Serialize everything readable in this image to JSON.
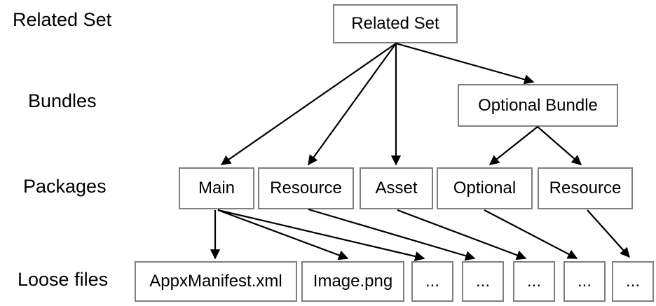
{
  "diagram": {
    "row_labels": [
      "Related Set",
      "Bundles",
      "Packages",
      "Loose files"
    ],
    "nodes": {
      "related_set": "Related Set",
      "optional_bundle": "Optional Bundle",
      "packages": [
        "Main",
        "Resource",
        "Asset",
        "Optional",
        "Resource"
      ],
      "loose_files": [
        "AppxManifest.xml",
        "Image.png",
        "...",
        "...",
        "...",
        "...",
        "..."
      ]
    },
    "edges": [
      {
        "from": "related-set",
        "to": "package-main"
      },
      {
        "from": "related-set",
        "to": "package-resource-1"
      },
      {
        "from": "related-set",
        "to": "package-asset"
      },
      {
        "from": "related-set",
        "to": "optional-bundle"
      },
      {
        "from": "optional-bundle",
        "to": "package-optional"
      },
      {
        "from": "optional-bundle",
        "to": "package-resource-2"
      },
      {
        "from": "package-main",
        "to": "loose-file-appxmanifest"
      },
      {
        "from": "package-main",
        "to": "loose-file-imagepng"
      },
      {
        "from": "package-main",
        "to": "loose-file-more-1"
      },
      {
        "from": "package-resource-1",
        "to": "loose-file-more-2"
      },
      {
        "from": "package-asset",
        "to": "loose-file-more-3"
      },
      {
        "from": "package-optional",
        "to": "loose-file-more-4"
      },
      {
        "from": "package-resource-2",
        "to": "loose-file-more-5"
      }
    ],
    "colors": {
      "background": "#ffffff",
      "box_border": "#7f7f7f",
      "box_fill": "#ffffff",
      "text": "#000000",
      "arrow": "#000000"
    }
  }
}
